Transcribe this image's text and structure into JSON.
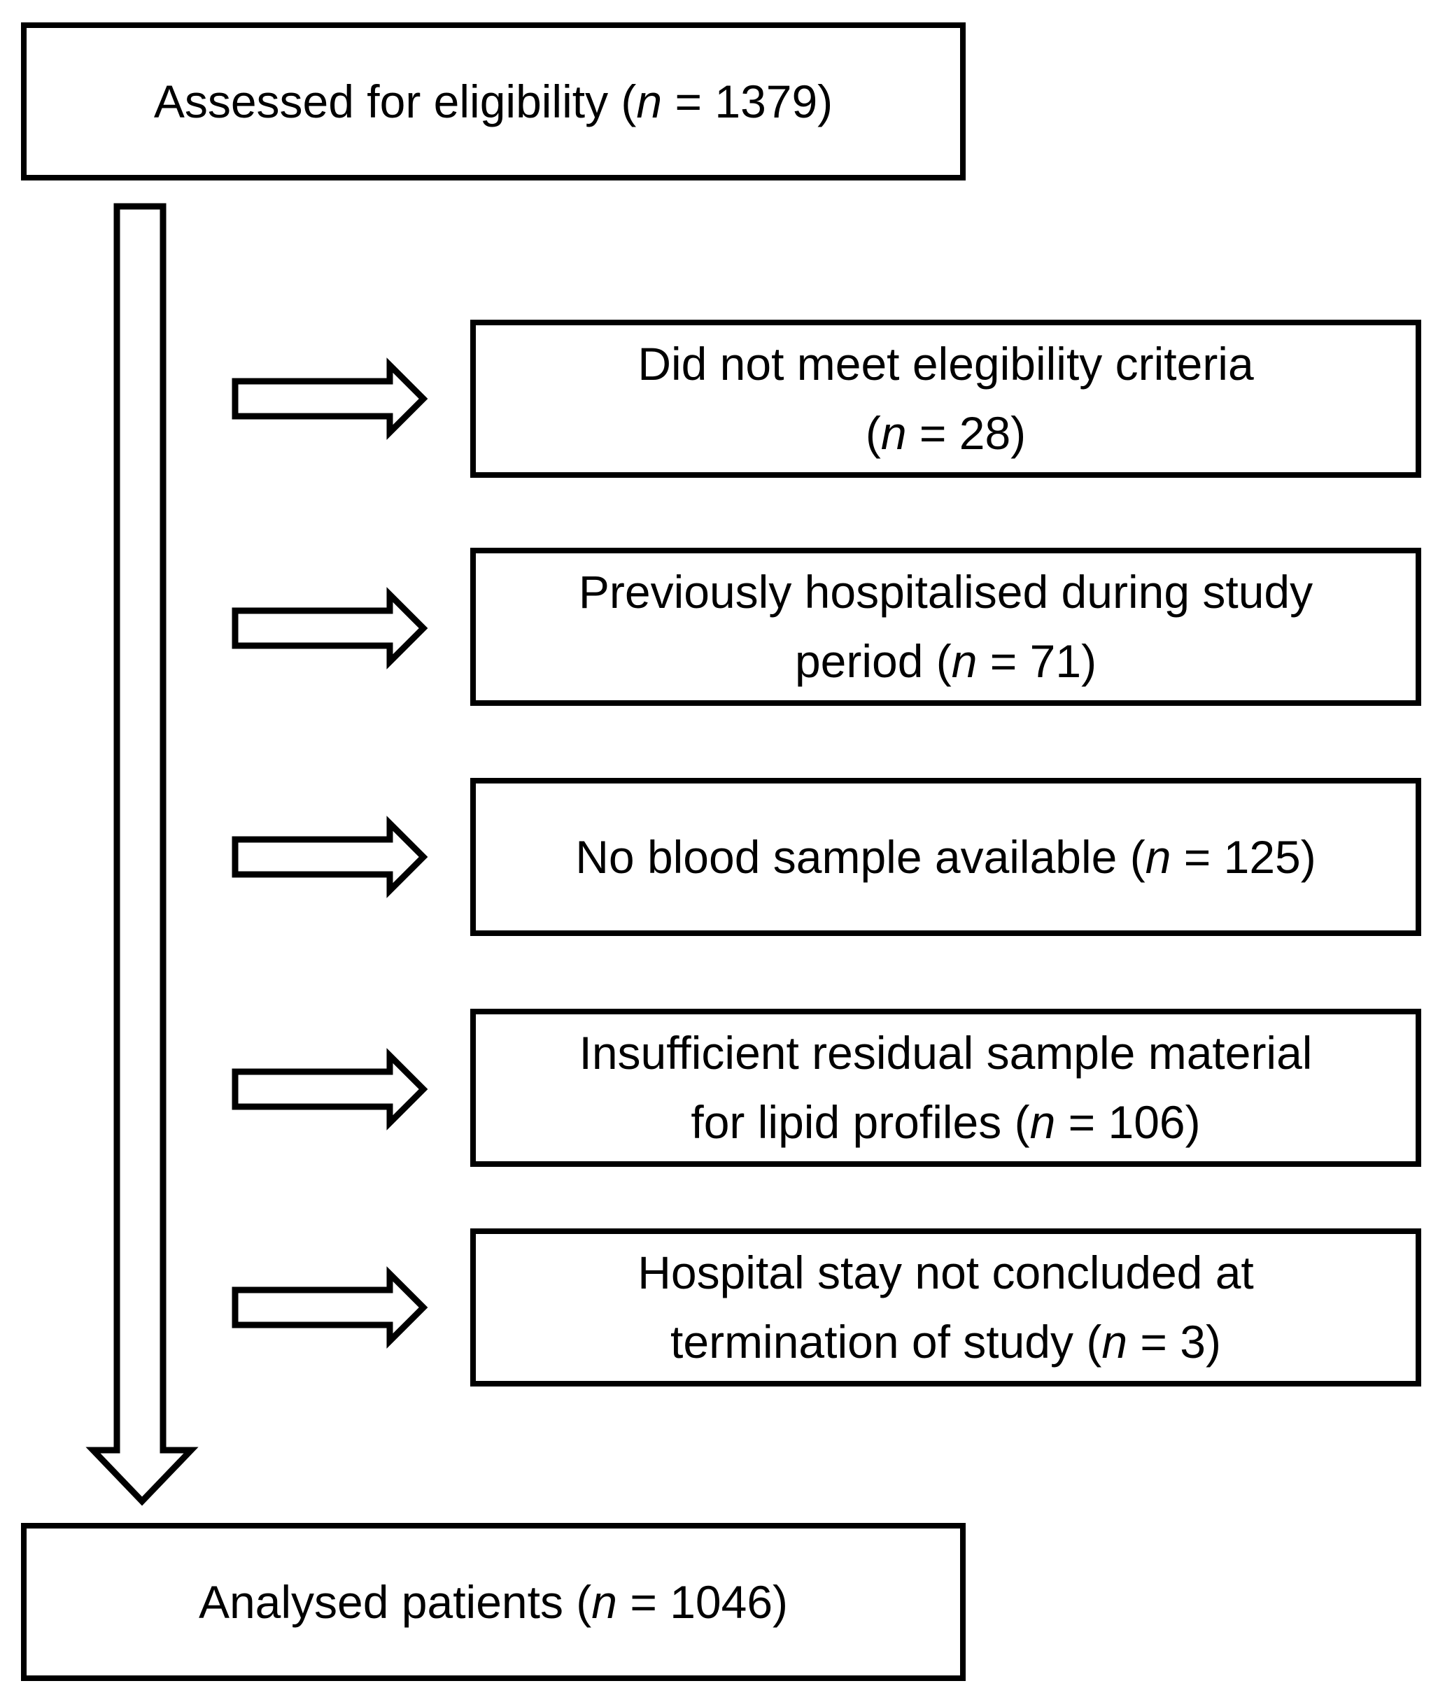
{
  "colors": {
    "line": "#000000",
    "fill": "#ffffff",
    "text": "#000000"
  },
  "nodes": {
    "assessed": {
      "pre": "Assessed for eligibility (",
      "n": "n",
      "post": " = 1379)"
    },
    "not_meet": {
      "line1": "Did not meet elegibility criteria",
      "pre": "(",
      "n": "n",
      "post": " = 28)"
    },
    "prev_hosp": {
      "line1": "Previously hospitalised during study",
      "pre": "period (",
      "n": "n",
      "post": " = 71)"
    },
    "no_blood": {
      "pre": "No blood sample available (",
      "n": "n",
      "post": " = 125)"
    },
    "insufficient": {
      "line1": "Insufficient residual sample material",
      "pre": "for lipid profiles (",
      "n": "n",
      "post": " = 106)"
    },
    "not_concluded": {
      "line1": "Hospital stay not concluded at",
      "pre": "termination of study (",
      "n": "n",
      "post": " = 3)"
    },
    "analysed": {
      "pre": "Analysed patients (",
      "n": "n",
      "post": " = 1046)"
    }
  }
}
